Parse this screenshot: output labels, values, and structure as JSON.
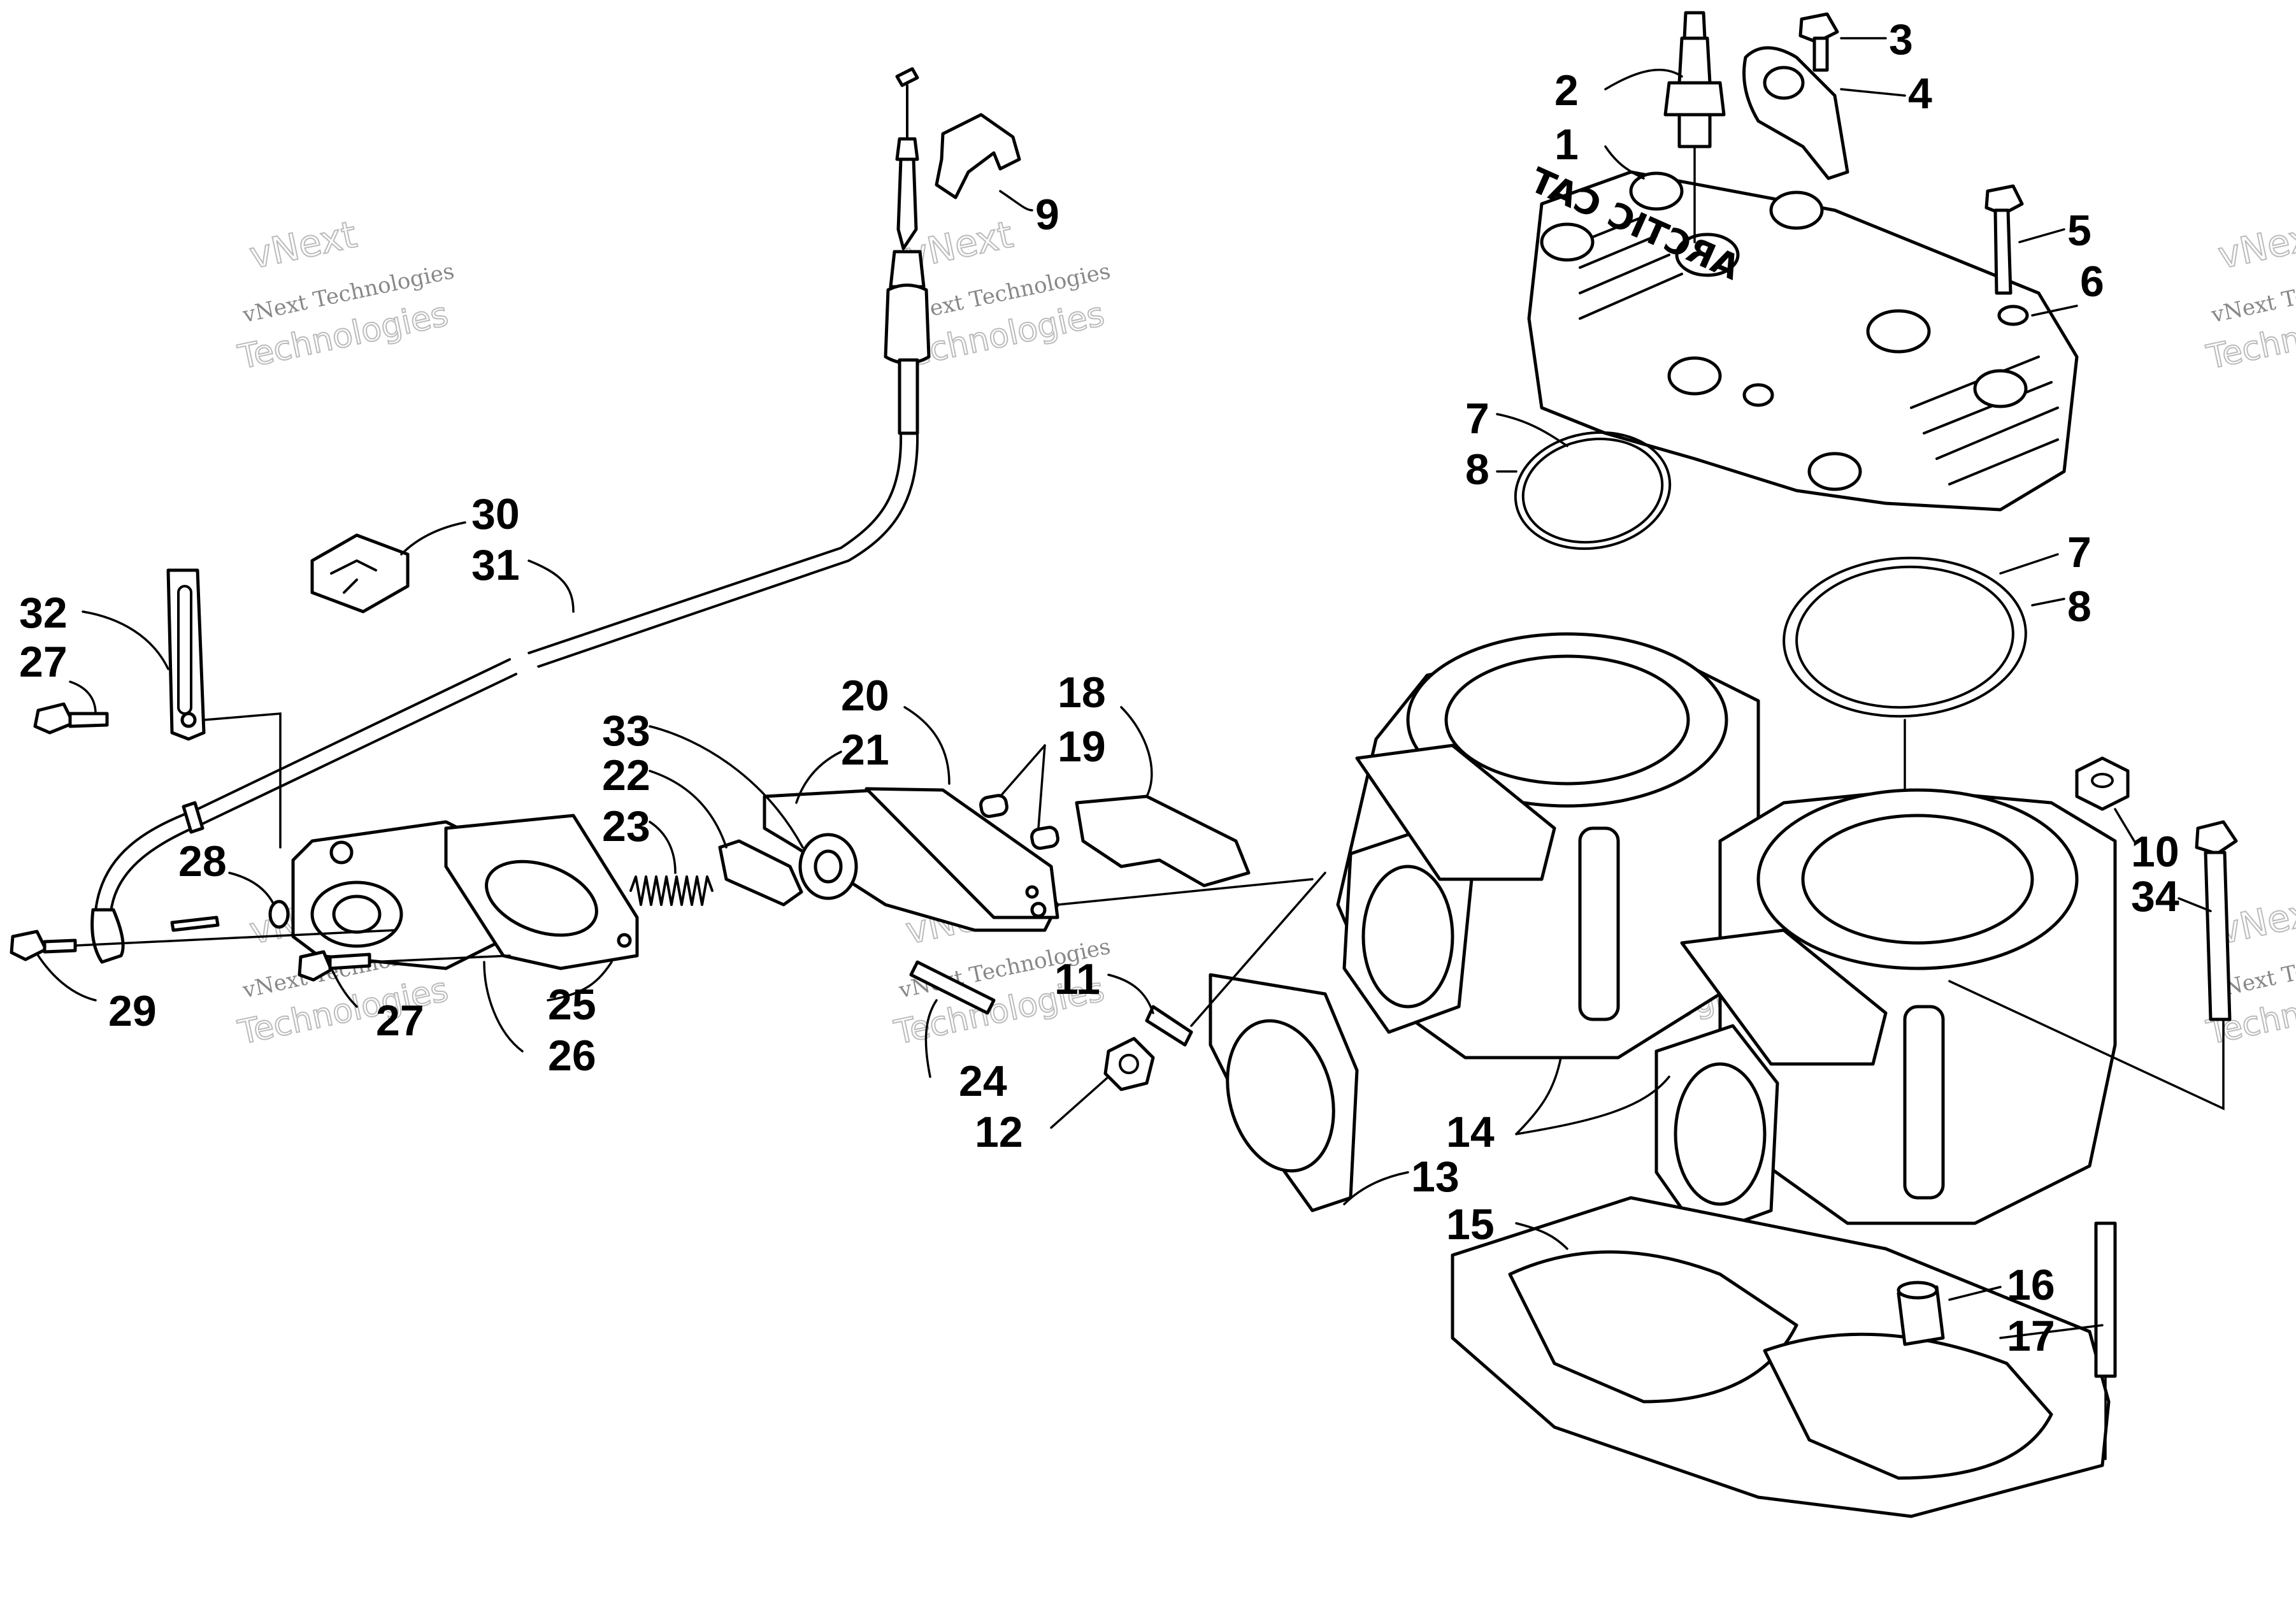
{
  "callouts": [
    "1",
    "2",
    "3",
    "4",
    "5",
    "6",
    "7",
    "8",
    "7",
    "8",
    "9",
    "10",
    "11",
    "12",
    "13",
    "14",
    "15",
    "16",
    "17",
    "18",
    "19",
    "20",
    "21",
    "22",
    "23",
    "24",
    "25",
    "26",
    "27",
    "27",
    "28",
    "29",
    "30",
    "31",
    "32",
    "33",
    "34"
  ],
  "watermark": {
    "line1": "vNext Technologies",
    "line2": "vNext",
    "line3": "Technologies"
  },
  "decal_text": "ARCTIC CAT"
}
